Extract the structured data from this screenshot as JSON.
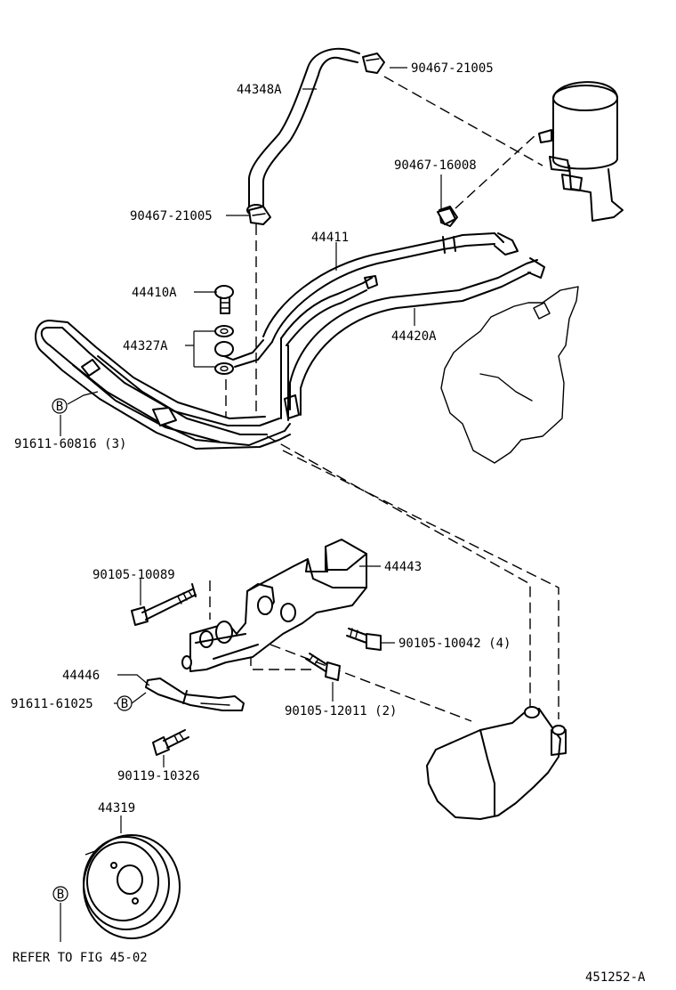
{
  "labels": {
    "p44348A": "44348A",
    "p90467_21005_top": "90467-21005",
    "p90467_16008": "90467-16008",
    "p90467_21005_left": "90467-21005",
    "p44411": "44411",
    "p44410A": "44410A",
    "p44327A": "44327A",
    "p44420A": "44420A",
    "p91611_60816": "91611-60816 (3)",
    "p44443": "44443",
    "p90105_10089": "90105-10089",
    "p90105_10042": "90105-10042 (4)",
    "p44446": "44446",
    "p91611_61025": "91611-61025",
    "p90105_12011": "90105-12011 (2)",
    "p90119_10326": "90119-10326",
    "p44319": "44319",
    "refer": "REFER TO FIG 45-02",
    "figure_id": "451252-A"
  },
  "callout_marker": "B"
}
